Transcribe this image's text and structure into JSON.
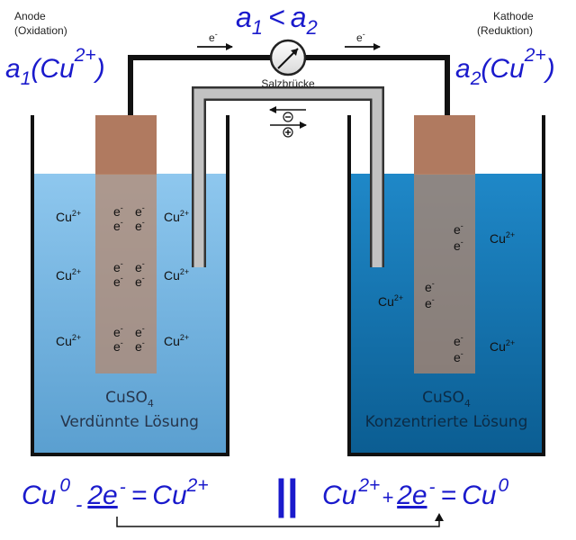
{
  "anode": {
    "title": "Anode",
    "subtitle": "(Oxidation)"
  },
  "cathode": {
    "title": "Kathode",
    "subtitle": "(Reduktion)"
  },
  "condition": {
    "left": "a",
    "left_sub": "1",
    "op": "<",
    "right": "a",
    "right_sub": "2"
  },
  "activity_left": {
    "a": "a",
    "sub": "1",
    "body": "(Cu",
    "sup": "2+",
    "close": ")"
  },
  "activity_right": {
    "a": "a",
    "sub": "2",
    "body": "(Cu",
    "sup": "2+",
    "close": ")"
  },
  "electron_label": "e",
  "electron_sup": "-",
  "salt_bridge": "Salzbrücke",
  "left_ion": {
    "base": "Cu",
    "sup": "2+"
  },
  "electron": {
    "base": "e",
    "sup": "-"
  },
  "left_solution": {
    "formula_base": "CuSO",
    "formula_sub": "4",
    "name": "Verdünnte Lösung"
  },
  "right_solution": {
    "formula_base": "CuSO",
    "formula_sub": "4",
    "name": "Konzentrierte Lösung"
  },
  "equation_left": {
    "cu": "Cu",
    "cu_sup": "0",
    "minus": "-",
    "e": "2e",
    "e_sup": "-",
    "eq": "=",
    "cu2": "Cu",
    "cu2_sup": "2+"
  },
  "separator": "||",
  "equation_right": {
    "cu": "Cu",
    "cu_sup": "2+",
    "plus": "+",
    "e": "2e",
    "e_sup": "-",
    "eq": "=",
    "cu2": "Cu",
    "cu2_sup": "0"
  },
  "colors": {
    "left_solution_top": "#8ec7ee",
    "left_solution_bottom": "#5a9fd0",
    "right_solution_top": "#1f88c8",
    "right_solution_bottom": "#0b5d92",
    "electrode": "#b07a60",
    "equation_blue": "#1a1acc"
  }
}
